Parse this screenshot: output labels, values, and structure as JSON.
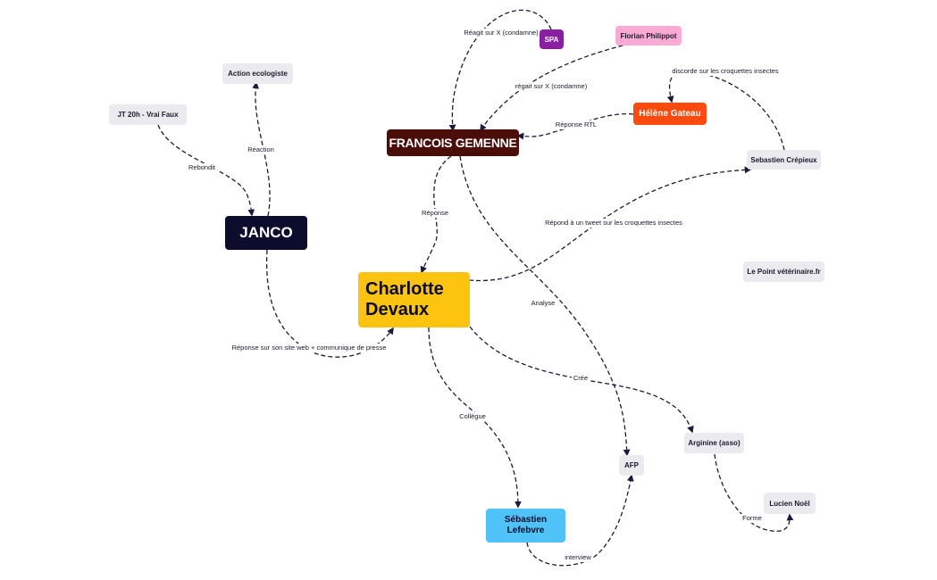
{
  "nodes": {
    "francois": "FRANCOIS GEMENNE",
    "charlotte": "Charlotte Devaux",
    "janco": "JANCO",
    "action": "Action ecologiste",
    "jt": "JT 20h - Vrai Faux",
    "spa": "SPA",
    "florian": "Florian Philippot",
    "helene": "Hélène Gateau",
    "sebastien_c": "Sebastien Crépieux",
    "point_veto": "Le Point vétérinaire.fr",
    "sebastien_l": "Sébastien Lefebvre",
    "afp": "AFP",
    "arginine": "Arginine (asso)",
    "lucien": "Lucien Noël"
  },
  "edge_labels": {
    "reagit_spa": "Réagit sur X (condamne)",
    "reagit_florian": "régait sur X (condamne)",
    "discorde": "discorde sur les croquettes insectes",
    "reponse_rtl": "Réponse RTL",
    "reaction": "Réaction",
    "rebondit": "Rebondit",
    "reponse": "Réponse",
    "repond_tweet": "Répond à un tweet sur les croquettes insectes",
    "analyse": "Analyse",
    "reponse_site": "Réponse sur son site web + communique de presse",
    "cree": "Crée",
    "collegue": "Collègue",
    "forme": "Forme",
    "interview": "interview"
  },
  "colors": {
    "francois_bg": "#4a0d07",
    "charlotte_bg": "#fcc30f",
    "janco_bg": "#0c0c2c",
    "spa_bg": "#8a1ea4",
    "florian_bg": "#ffaad4",
    "helene_bg": "#fe4a0d",
    "sebastien_l_bg": "#4fc3f7",
    "grey_bg": "#ebebef",
    "edge": "#1a1a3a"
  }
}
